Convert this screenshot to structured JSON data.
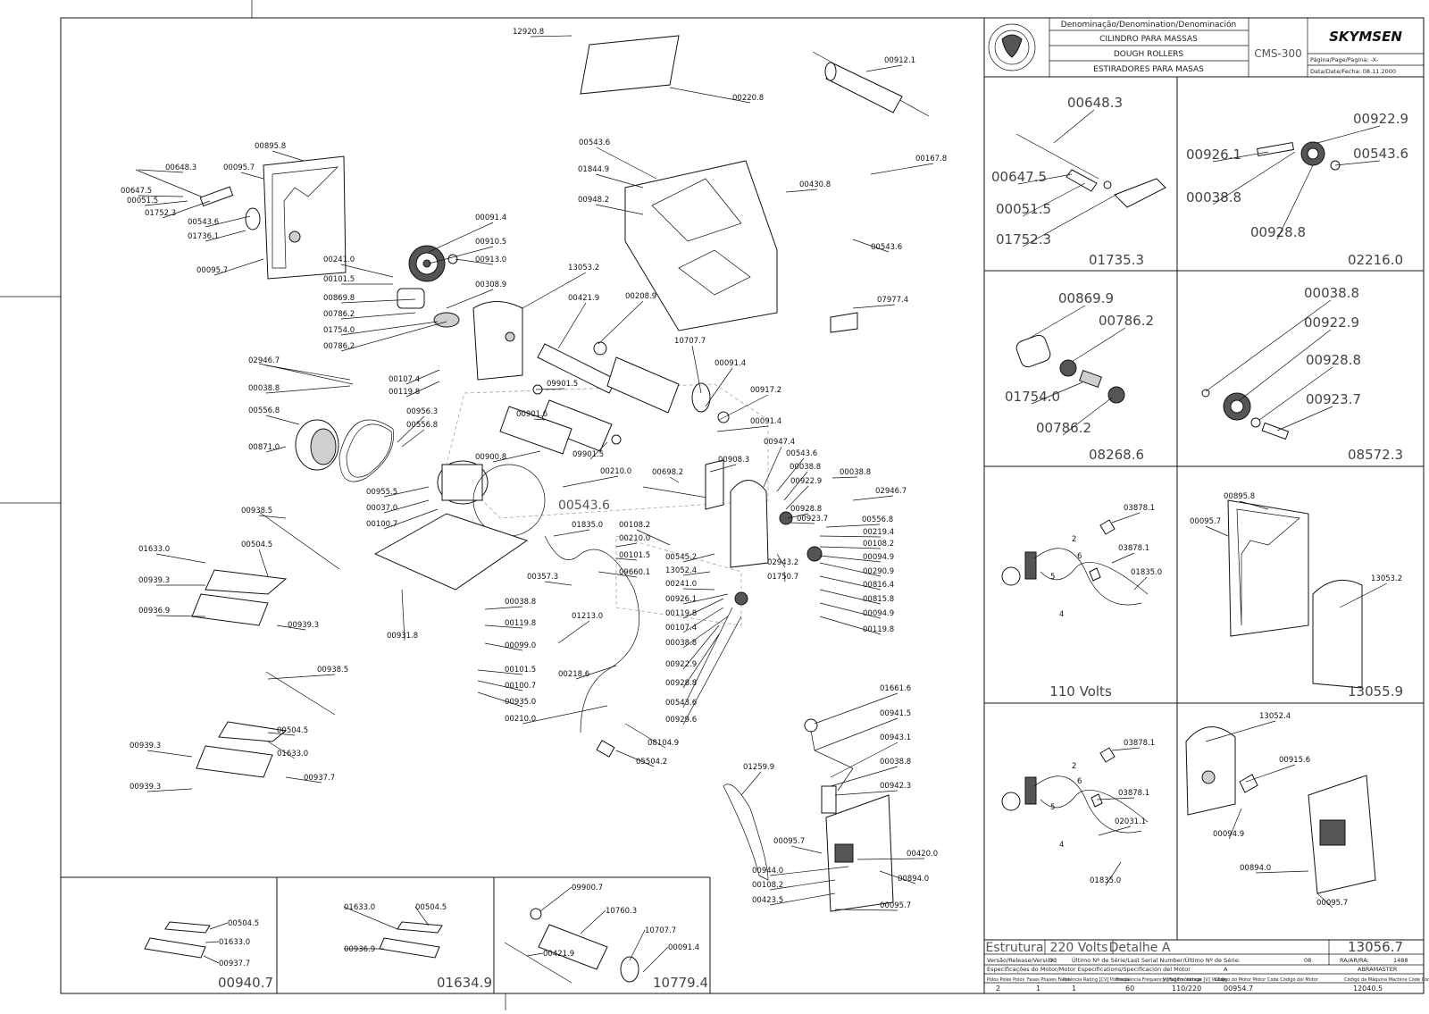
{
  "title_block": {
    "header": "Denominação/Denomination/Denominación",
    "name_pt": "CILINDRO PARA MASSAS",
    "name_en": "DOUGH ROLLERS",
    "name_es": "ESTIRADORES PARA MASAS",
    "model": "CMS-300",
    "brand": "SKYMSEN",
    "page_label": "Página/Page/Pagina: -X-",
    "date_label": "Data/Date/Fecha: 08.11.2000",
    "version_label": "Versão/Release/Versión:",
    "version_value": "03",
    "serial_label": "Último Nº de Série/Last Serial Number/Último Nº de Série:",
    "serial_value": "08",
    "ra_label": "RA/AR/RA:",
    "ra_value": "1488",
    "motor_spec_label": "Especificações do Motor/Motor Especifications/Specificación del Motor",
    "code_letter": "A",
    "company": "ABRAMASTER",
    "motor_cols": [
      "Pólos Poles Polos",
      "Fases Phases Fases",
      "Potência Rating [CV] Potencia",
      "Freqüência Frequency [Hz] Frecuencia",
      "Voltagem Voltage [V] Voltaje",
      "Código do Motor Motor Code Código del Motor",
      "Código da Máquina Machine Code Código de la Máquina"
    ],
    "motor_vals": [
      "2",
      "1",
      "1",
      "60",
      "110/220",
      "00954.7",
      "12040.5"
    ],
    "bottom_tabs": [
      "Estrutura",
      "220 Volts",
      "Detalhe A"
    ]
  },
  "main_labels": [
    "12920.8",
    "00220.8",
    "00912.1",
    "00543.6",
    "01844.9",
    "00948.2",
    "00167.8",
    "00430.8",
    "00543.6",
    "07977.4",
    "00895.8",
    "00648.3",
    "00095.7",
    "00647.5",
    "00051.5",
    "01752.3",
    "00543.6",
    "01736.1",
    "00095.7",
    "00091.4",
    "00910.5",
    "00913.0",
    "00308.9",
    "00241.0",
    "00101.5",
    "00869.8",
    "00786.2",
    "01754.0",
    "00786.2",
    "13053.2",
    "00421.9",
    "00208.9",
    "02946.7",
    "00038.8",
    "00107.4",
    "00119.8",
    "10707.7",
    "00091.4",
    "00917.2",
    "00091.4",
    "00556.8",
    "00956.3",
    "00556.8",
    "00871.0",
    "09901.5",
    "00901.6",
    "09901.5",
    "00900.8",
    "00210.0",
    "00908.3",
    "00947.4",
    "00955.5",
    "00037.0",
    "00100.7",
    "Detalhe A",
    "00698.2",
    "00543.6",
    "00038.8",
    "00922.9",
    "00928.8",
    "00923.7",
    "00038.8",
    "02946.7",
    "00556.8",
    "00219.4",
    "00108.2",
    "00094.9",
    "00290.9",
    "00816.4",
    "00815.8",
    "00094.9",
    "00119.8",
    "00938.5",
    "01633.0",
    "00504.5",
    "00939.3",
    "00936.9",
    "00939.3",
    "00931.8",
    "01835.0",
    "00108.2",
    "00210.0",
    "00101.5",
    "09660.1",
    "00545.2",
    "13052.4",
    "00241.0",
    "00926.1",
    "00119.8",
    "00107.4",
    "00038.8",
    "00922.9",
    "00928.8",
    "00543.6",
    "00929.6",
    "02943.2",
    "01750.7",
    "00357.3",
    "00038.8",
    "00119.8",
    "00099.0",
    "01213.0",
    "00101.5",
    "00100.7",
    "00935.0",
    "00218.6",
    "00210.0",
    "08104.9",
    "05504.2",
    "00938.5",
    "00504.5",
    "01633.0",
    "00939.3",
    "00937.7",
    "00939.3",
    "01661.6",
    "00941.5",
    "00943.1",
    "00038.8",
    "00942.3",
    "01259.9",
    "00095.7",
    "00420.0",
    "00944.0",
    "00108.2",
    "00894.0",
    "00423.5",
    "00095.7"
  ],
  "panels": [
    {
      "id": "01735.3",
      "labels": [
        "00648.3",
        "00647.5",
        "00051.5",
        "01752.3"
      ]
    },
    {
      "id": "02216.0",
      "labels": [
        "00922.9",
        "00926.1",
        "00543.6",
        "00038.8",
        "00928.8"
      ]
    },
    {
      "id": "08268.6",
      "labels": [
        "00869.9",
        "00786.2",
        "01754.0",
        "00786.2"
      ]
    },
    {
      "id": "08572.3",
      "labels": [
        "00038.8",
        "00922.9",
        "00928.8",
        "00923.7"
      ]
    },
    {
      "id": "110 Volts",
      "labels": [
        "03878.1",
        "03878.1",
        "01835.0",
        "2",
        "6",
        "5",
        "4"
      ]
    },
    {
      "id": "13055.9",
      "labels": [
        "00895.8",
        "00095.7",
        "13053.2"
      ]
    },
    {
      "id": "13056.7",
      "labels": [
        "13052.4",
        "00915.6",
        "00094.9",
        "00894.0",
        "00095.7"
      ]
    },
    {
      "id": "wiring-220",
      "labels": [
        "03878.1",
        "03878.1",
        "02031.1",
        "01835.0",
        "2",
        "6",
        "5",
        "4"
      ]
    }
  ],
  "bottom_panels": [
    {
      "id": "00940.7",
      "labels": [
        "00504.5",
        "01633.0",
        "00937.7"
      ]
    },
    {
      "id": "01634.9",
      "labels": [
        "01633.0",
        "00504.5",
        "00936.9"
      ]
    },
    {
      "id": "10779.4",
      "labels": [
        "09900.7",
        "10760.3",
        "10707.7",
        "00091.4",
        "00421.9"
      ]
    }
  ]
}
